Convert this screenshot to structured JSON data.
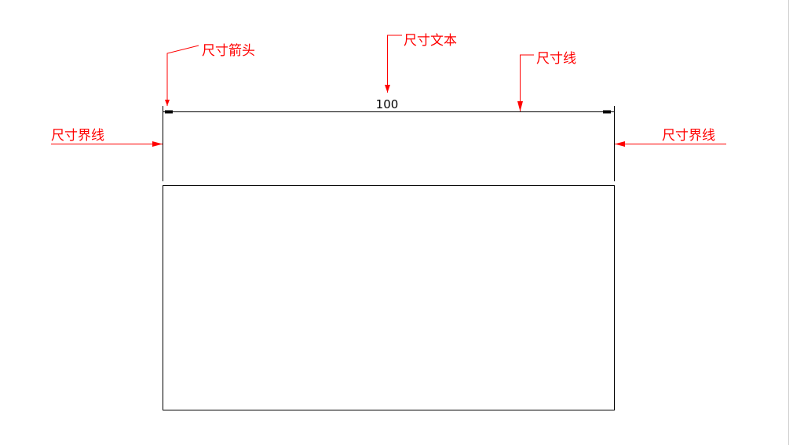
{
  "dimension_value": "100",
  "annotations": {
    "arrow": "尺寸箭头",
    "text": "尺寸文本",
    "dim_line": "尺寸线",
    "ext_left": "尺寸界线",
    "ext_right": "尺寸界线"
  },
  "colors": {
    "annotation": "#ff0000",
    "drawing": "#000000"
  }
}
